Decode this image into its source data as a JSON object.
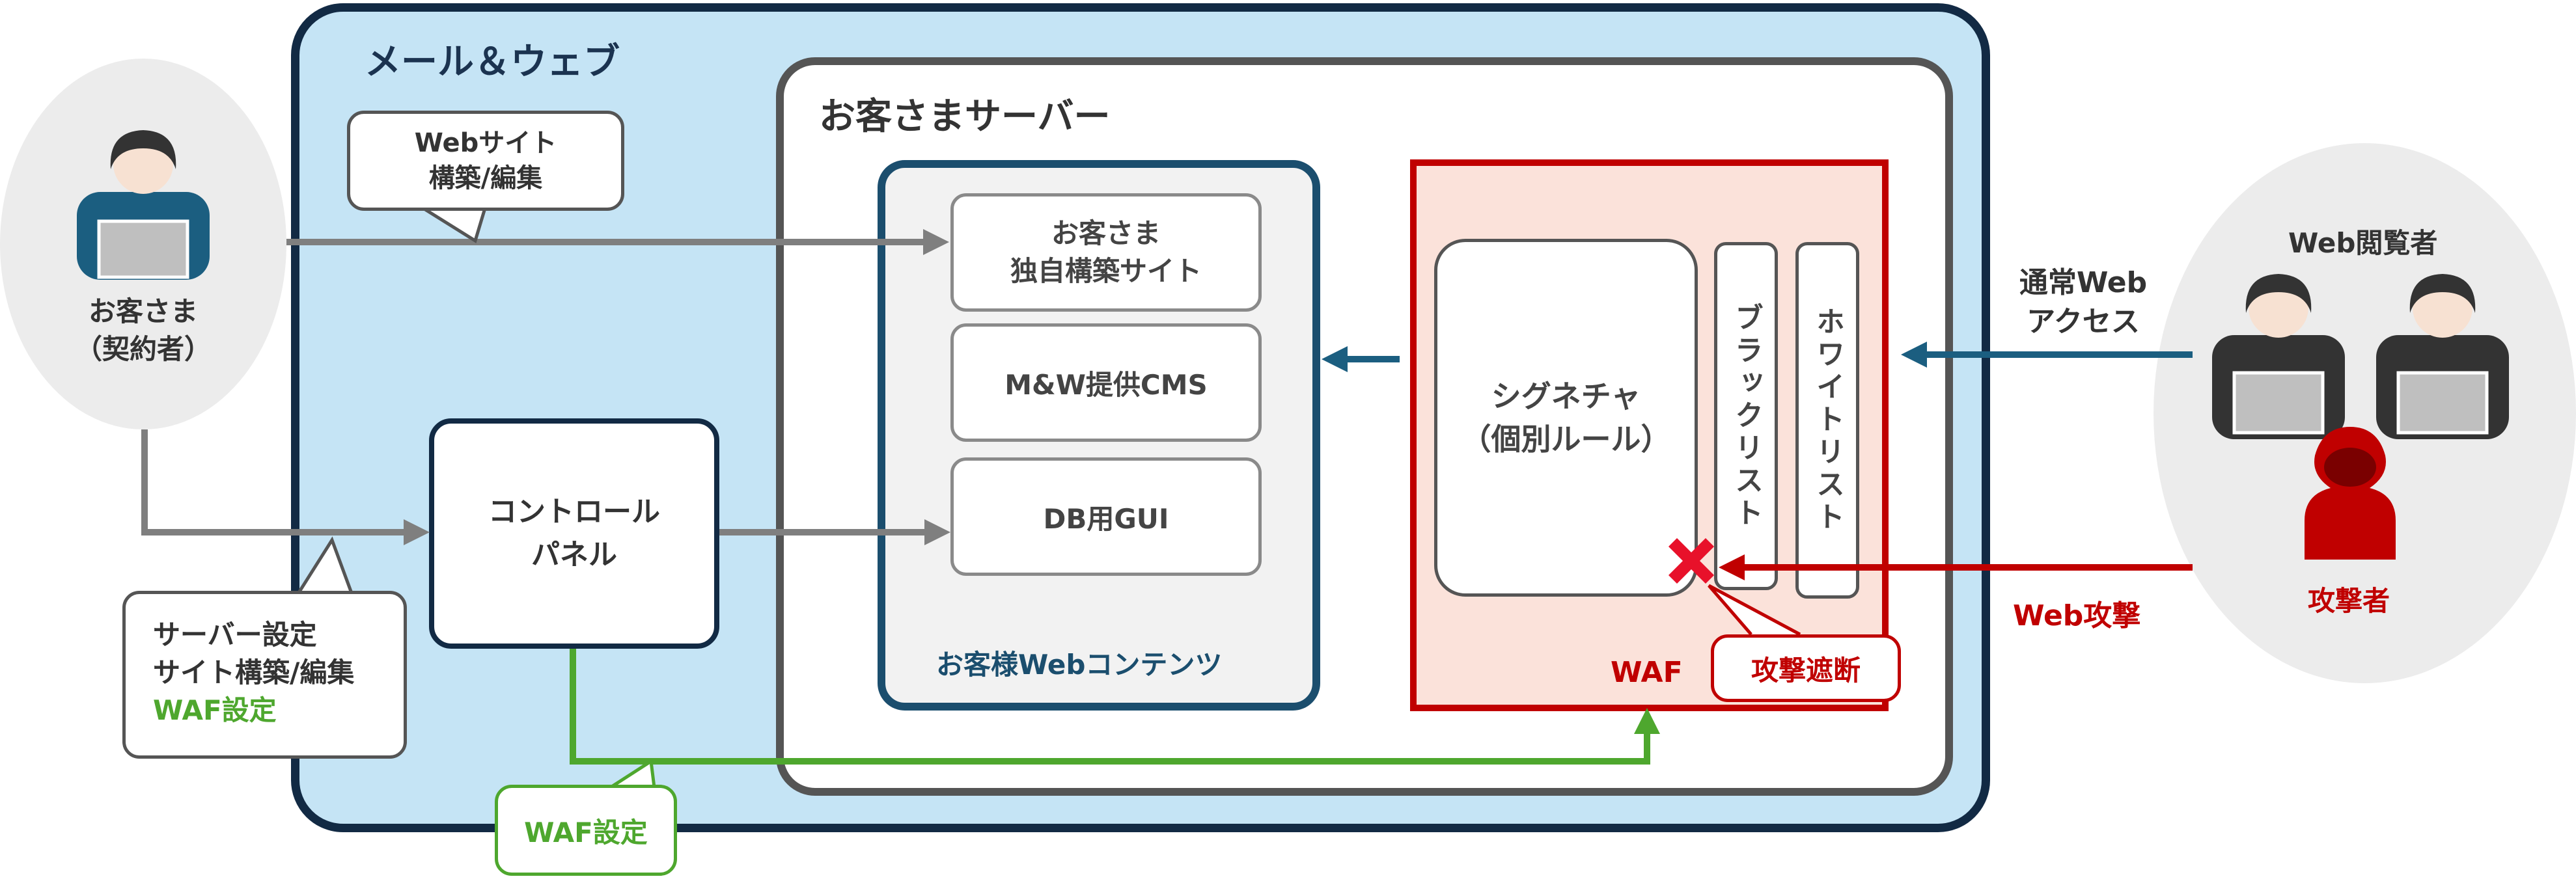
{
  "customer": {
    "line1": "お客さま",
    "line2": "（契約者）"
  },
  "mail_web": {
    "title": "メール＆ウェブ"
  },
  "bubble_site": {
    "line1": "Webサイト",
    "line2": "構築/編集"
  },
  "bubble_settings": {
    "line1": "サーバー設定",
    "line2": "サイト構築/編集",
    "line3": "WAF設定"
  },
  "control_panel": {
    "line1": "コントロール",
    "line2": "パネル"
  },
  "waf_setting_bubble": "WAF設定",
  "server": {
    "title": "お客さまサーバー"
  },
  "web_contents": {
    "site_line1": "お客さま",
    "site_line2": "独自構築サイト",
    "cms": "M&W提供CMS",
    "dbgui": "DB用GUI",
    "title": "お客様Webコンテンツ"
  },
  "waf": {
    "label": "WAF",
    "signature_line1": "シグネチャ",
    "signature_line2": "（個別ルール）",
    "blacklist": "ブラックリスト",
    "whitelist": "ホワイトリスト",
    "block_label": "攻撃遮断"
  },
  "viewer": {
    "label": "Web閲覧者",
    "attacker": "攻撃者"
  },
  "traffic": {
    "normal_line1": "通常Web",
    "normal_line2": "アクセス",
    "attack": "Web攻撃"
  },
  "colors": {
    "outer_fill": "#c5e4f5",
    "outer_border": "#122a44",
    "server_border": "#555555",
    "contents_border": "#1b4e6e",
    "waf_fill": "#fbe2da",
    "waf_red": "#c00000",
    "green": "#4ea72e",
    "arrow_gray": "#7f7f7f",
    "arrow_blue": "#1b5e80"
  },
  "icons": [
    "person-icon",
    "laptop-icon",
    "hooded-attacker-icon",
    "block-x-icon"
  ]
}
